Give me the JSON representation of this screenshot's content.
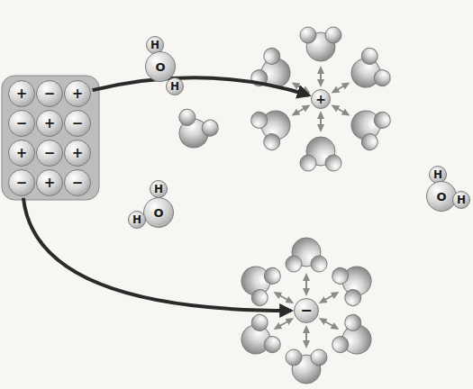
{
  "diagram": {
    "nodes": [
      {
        "text": [
          "H"
        ]
      },
      {
        "text": [
          "O"
        ]
      },
      {
        "text": [
          "H"
        ]
      },
      {
        "text": [
          "+"
        ]
      },
      {
        "text": [
          "−"
        ]
      },
      {
        "text": [
          "+"
        ]
      },
      {
        "text": [
          "−"
        ]
      },
      {
        "text": [
          "+"
        ]
      },
      {
        "text": [
          "−"
        ]
      },
      {
        "text": [
          "+"
        ]
      },
      {
        "text": [
          "−"
        ]
      },
      {
        "text": [
          "+"
        ]
      },
      {
        "text": [
          "−"
        ]
      },
      {
        "text": [
          "+"
        ]
      },
      {
        "text": [
          "−"
        ]
      },
      {
        "text": [
          "+"
        ]
      },
      {
        "text": [
          "H"
        ]
      },
      {
        "text": [
          "O"
        ]
      },
      {
        "text": [
          "H"
        ]
      },
      {
        "text": [
          "H"
        ]
      },
      {
        "text": [
          "O"
        ]
      },
      {
        "text": [
          "H"
        ]
      },
      {
        "text": [
          "−"
        ]
      }
    ],
    "edges": [
      {
        "from": 5,
        "to": 15,
        "arrow": "to"
      },
      {
        "from": 12,
        "to": 22,
        "arrow": "to"
      }
    ]
  }
}
